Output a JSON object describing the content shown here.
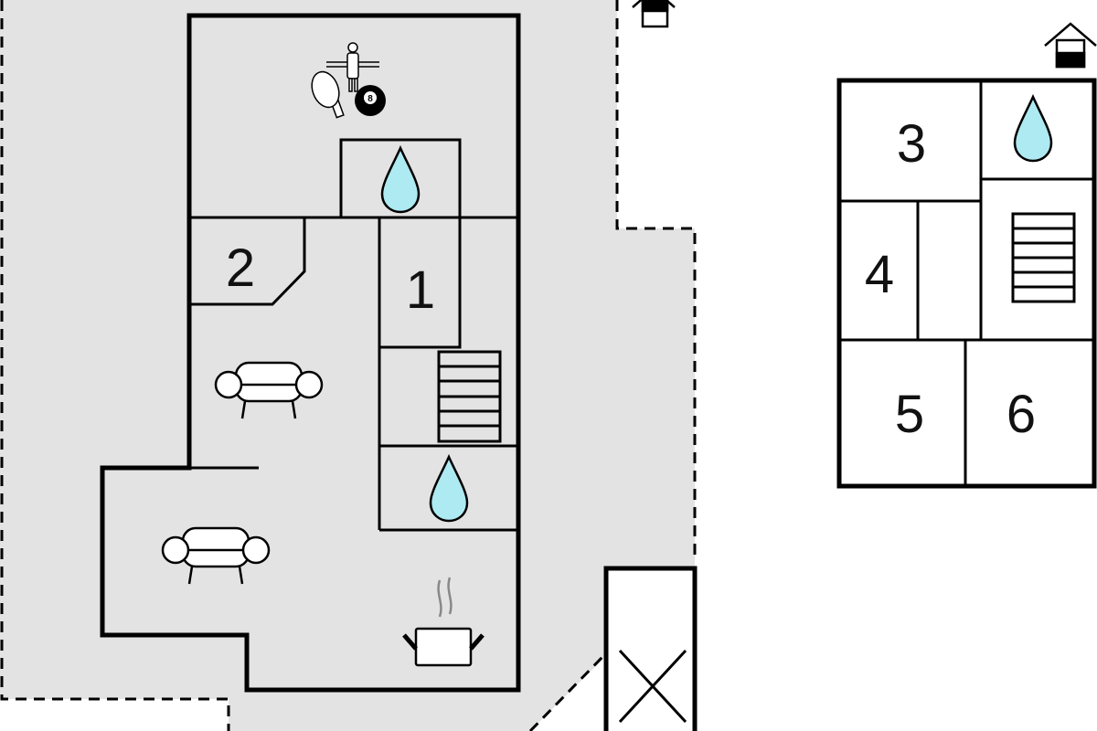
{
  "rooms": {
    "r1": "1",
    "r2": "2",
    "r3": "3",
    "r4": "4",
    "r5": "5",
    "r6": "6"
  },
  "icons": {
    "billiard_ball": "8"
  },
  "colors": {
    "yard": "#e3e3e3",
    "water": "#aeeaf2",
    "wall": "#000000"
  }
}
